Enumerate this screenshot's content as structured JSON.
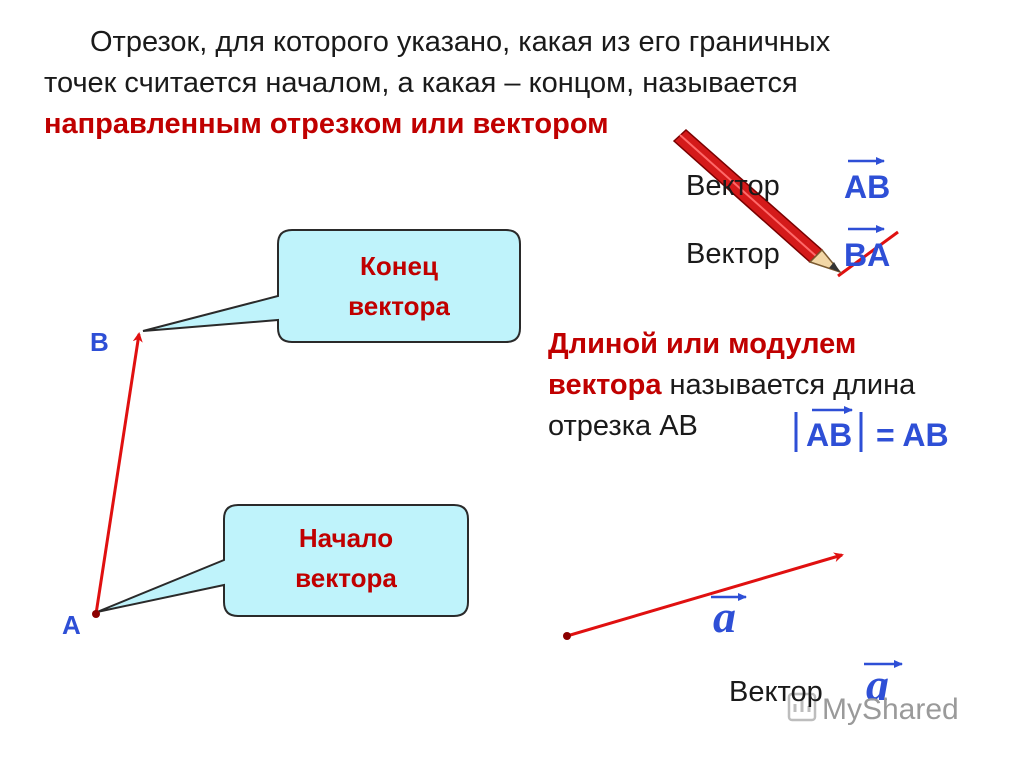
{
  "intro": {
    "line1": "Отрезок, для которого указано, какая из его граничных",
    "line2": "точек считается началом, а какая – концом, называется",
    "highlight": "направленным отрезком или вектором"
  },
  "vector_ab": {
    "label": "Вектор",
    "name": "AB"
  },
  "vector_ba": {
    "label": "Вектор",
    "name": "BA"
  },
  "callout_end": {
    "line1": "Конец",
    "line2": "вектора"
  },
  "callout_start": {
    "line1": "Начало",
    "line2": "вектора"
  },
  "points": {
    "b": "B",
    "a": "A"
  },
  "length_def": {
    "highlight1": "Длиной или модулем",
    "highlight2": "вектора",
    "rest1": " называется длина",
    "rest2": "отрезка АВ"
  },
  "modulus": {
    "name": "AB",
    "equals": "= AB"
  },
  "vector_a": {
    "symbol": "a"
  },
  "bottom_label": {
    "label": "Вектор",
    "symbol": "a"
  },
  "watermark": "MyShared",
  "colors": {
    "red": "#c00000",
    "blue": "#2e4fd6",
    "arrow": "#e01010",
    "callout_fill": "#bff3fb"
  }
}
